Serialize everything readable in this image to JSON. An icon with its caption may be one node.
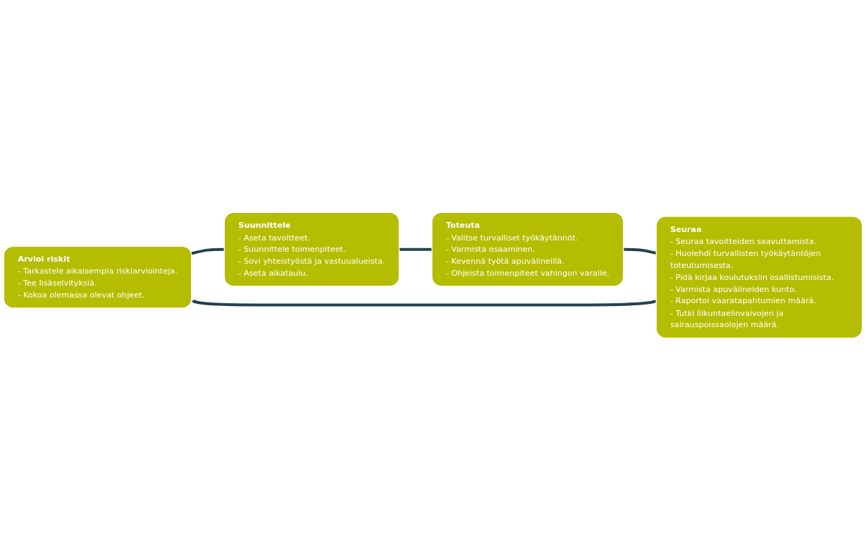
{
  "diagram": {
    "nodes": [
      {
        "text": [
          "Arvioi riskit",
          "- Tarkastele aikaisempia riskiarviointeja.",
          "- Tee lisäselvityksiä.",
          "- Kokoa olemassa olevat ohjeet."
        ]
      },
      {
        "text": [
          "Suunnittele",
          "- Aseta tavoitteet.",
          "- Suunnittele toimenpiteet.",
          "- Sovi yhteistyöstä ja vastuualueista.",
          "- Aseta aikataulu."
        ]
      },
      {
        "text": [
          "Toteuta",
          "- Valitse turvalliset työkäytännöt.",
          "- Varmista osaaminen.",
          "- Kevennä työtä apuvälineillä.",
          "- Ohjeista toimenpiteet vahingon varalle."
        ]
      },
      {
        "text": [
          "Seuraa",
          "- Seuraa tavoitteiden saavuttamista.",
          "- Huolehdi turvallisten työkäytäntöjen toteutumisesta.",
          "- Pidä kirjaa koulutuksiin osallistumisista.",
          "- Varmista apuvälineiden kunto.",
          "- Raportoi vaaratapahtumien määrä.",
          "- Tutki liikuntaelinvaivojen ja sairauspoissaolojen määrä."
        ]
      }
    ],
    "edges": [
      {
        "from": 0,
        "to": 1,
        "arrow": "none"
      },
      {
        "from": 1,
        "to": 2,
        "arrow": "none"
      },
      {
        "from": 2,
        "to": 3,
        "arrow": "none"
      },
      {
        "from": 3,
        "to": 0,
        "arrow": "to"
      }
    ]
  }
}
